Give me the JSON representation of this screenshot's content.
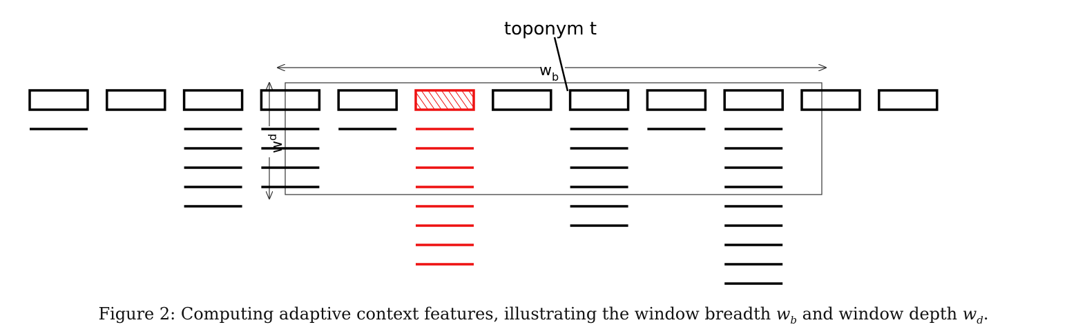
{
  "diagram": {
    "toponym_label": "toponym t",
    "breadth_label": {
      "base": "w",
      "sub": "b"
    },
    "depth_label": {
      "base": "w",
      "sub": "d"
    },
    "columns": [
      {
        "lines": 1,
        "target": false,
        "in_window": false
      },
      {
        "lines": 0,
        "target": false,
        "in_window": false
      },
      {
        "lines": 5,
        "target": false,
        "in_window": false
      },
      {
        "lines": 4,
        "target": false,
        "in_window": true
      },
      {
        "lines": 1,
        "target": false,
        "in_window": true
      },
      {
        "lines": 8,
        "target": true,
        "in_window": true
      },
      {
        "lines": 0,
        "target": false,
        "in_window": true
      },
      {
        "lines": 6,
        "target": false,
        "in_window": true
      },
      {
        "lines": 1,
        "target": false,
        "in_window": true
      },
      {
        "lines": 9,
        "target": false,
        "in_window": false
      },
      {
        "lines": 0,
        "target": false,
        "in_window": false
      },
      {
        "lines": 0,
        "target": false,
        "in_window": false
      }
    ],
    "colors": {
      "default": "#000000",
      "target": "#ee1111",
      "window": "#333333"
    }
  },
  "caption": {
    "prefix": "Figure 2: Computing adaptive context features, illustrating the window breadth ",
    "wb_base": "w",
    "wb_sub": "b",
    "middle": " and window depth ",
    "wd_base": "w",
    "wd_sub": "d",
    "suffix": "."
  }
}
